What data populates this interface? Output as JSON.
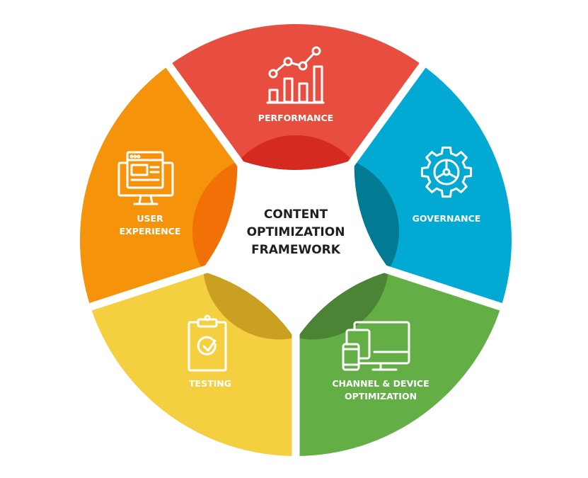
{
  "title": [
    "CONTENT",
    "OPTIMIZATION",
    "FRAMEWORK"
  ],
  "segments": [
    {
      "id": "performance",
      "label": [
        "PERFORMANCE"
      ],
      "icon": "bar-chart-icon",
      "color": "#E84E3F",
      "dark": "#D42A22"
    },
    {
      "id": "governance",
      "label": [
        "GOVERNANCE"
      ],
      "icon": "gear-icon",
      "color": "#02AAD3",
      "dark": "#017A93"
    },
    {
      "id": "channel",
      "label": [
        "CHANNEL & DEVICE",
        "OPTIMIZATION"
      ],
      "icon": "devices-icon",
      "color": "#63AE45",
      "dark": "#4A8434"
    },
    {
      "id": "testing",
      "label": [
        "TESTING"
      ],
      "icon": "clipboard-check-icon",
      "color": "#F4CF40",
      "dark": "#C9A022"
    },
    {
      "id": "ux",
      "label": [
        "USER",
        "EXPERIENCE"
      ],
      "icon": "monitor-layout-icon",
      "color": "#F5930B",
      "dark": "#F27107"
    }
  ]
}
